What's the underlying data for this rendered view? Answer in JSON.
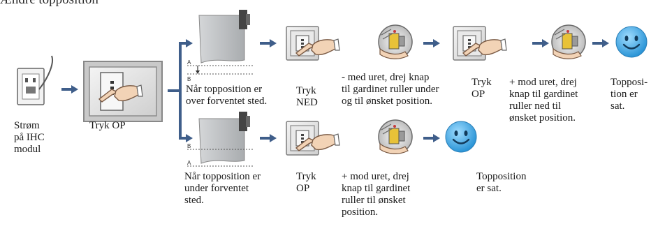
{
  "heading": "Ændre topposition",
  "colors": {
    "arrow": "#3f5e8a",
    "switch_frame": "#8e8e8e",
    "smiley": "#3aa8e6",
    "curtain": "#b9bcbf"
  },
  "labels": {
    "power": "Strøm\npå IHC\nmodul",
    "press_up_first": "Tryk OP",
    "above_case": "Når topposition er\nover forventet sted.",
    "press_down": "Tryk\nNED",
    "turn_clockwise": "- med uret, drej knap\ntil gardinet ruller under\nog til ønsket position.",
    "press_up_mid": "Tryk\nOP",
    "turn_counter_down": "+ mod uret, drej\nknap til gardinet\nruller ned til\nønsket position.",
    "topposition_set_top": "Topposi-\ntion er\nsat.",
    "below_case": "Når topposition er\nunder forventet\nsted.",
    "press_up_low": "Tryk\nOP",
    "turn_counter_low": "+ mod uret, drej\nknap til gardinet\nruller til ønsket\nposition.",
    "topposition_set_low": "Topposition\ner sat."
  },
  "markers": {
    "a": "A",
    "b": "B"
  }
}
